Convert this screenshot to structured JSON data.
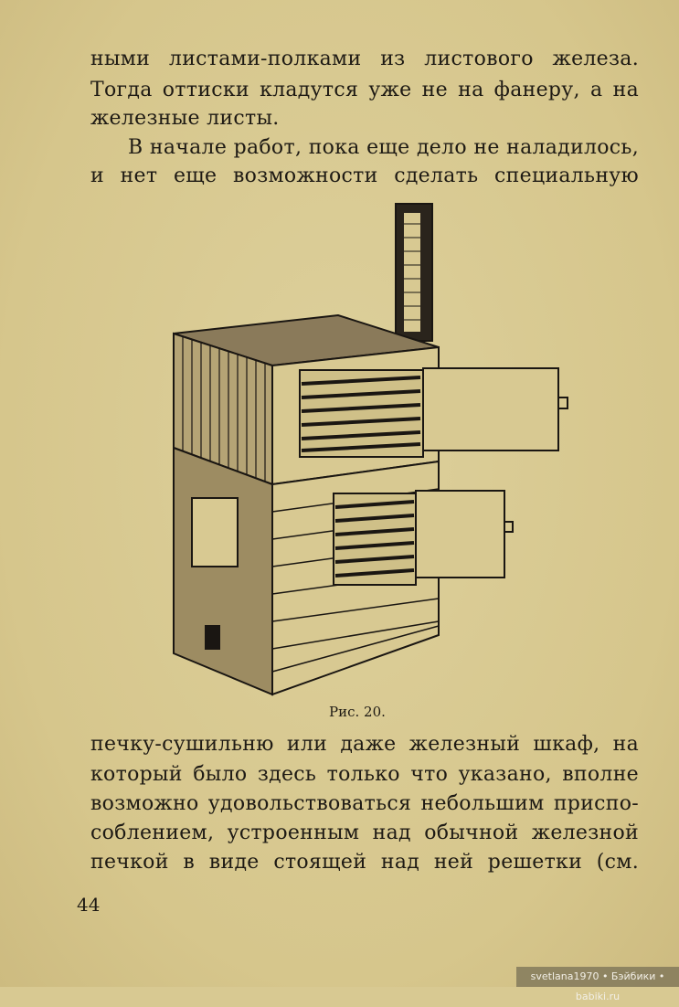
{
  "text_top": [
    "ными листами-полками из листового железа.",
    "Тогда оттиски кладутся уже не на фанеру, а на",
    "железные листы.",
    "В начале работ, пока еще дело не наладилось,",
    "и нет еще возможности сделать специальную"
  ],
  "figure": {
    "caption": "Рис. 20."
  },
  "text_bottom": [
    "печку-сушильню или даже железный шкаф, на",
    "который было здесь только что указано, вполне",
    "возможно удовольствоваться небольшим приспо-",
    "соблением, устроенным над обычной железной",
    "печкой в виде стоящей над ней решетки (см."
  ],
  "page_number": "44",
  "watermark": "svetlana1970 • Бэйбики • babiki.ru"
}
